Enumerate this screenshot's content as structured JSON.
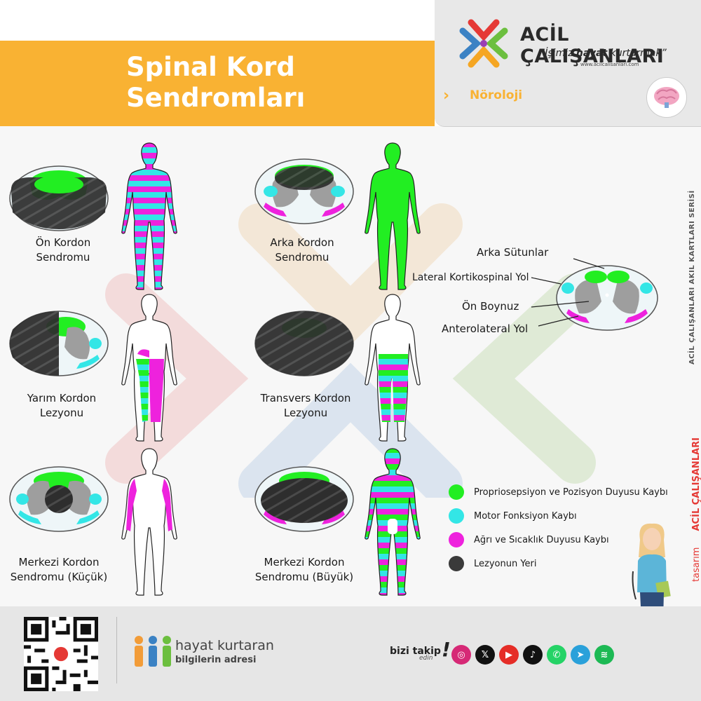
{
  "header": {
    "title_line1": "Spinal Kord",
    "title_line2": "Sendromları",
    "brand_name": "ACİL ÇALIŞANLARI",
    "brand_slogan_pre": "“İşimiz ",
    "brand_slogan_bold": "hayat",
    "brand_slogan_post": " kurtarmak”",
    "brand_url": "www.acilcalisanlari.com",
    "category": "Nöroloji"
  },
  "side": {
    "series": "ACİL ÇALIŞANLARI AKIL KARTLARI SERİSİ",
    "design_pre": "tasarım",
    "design_brand": "ACİL ÇALIŞANLARI"
  },
  "syndromes": [
    {
      "line1": "Ön Kordon",
      "line2": "Sendromu"
    },
    {
      "line1": "Arka Kordon",
      "line2": "Sendromu"
    },
    {
      "line1": "Yarım Kordon",
      "line2": "Lezyonu"
    },
    {
      "line1": "Transvers Kordon",
      "line2": "Lezyonu"
    },
    {
      "line1": "Merkezi Kordon",
      "line2": "Sendromu (Küçük)"
    },
    {
      "line1": "Merkezi Kordon",
      "line2": "Sendromu (Büyük)"
    }
  ],
  "anatomy_labels": {
    "arka_sutunlar": "Arka Sütunlar",
    "lateral": "Lateral Kortikospinal Yol",
    "on_boynuz": "Ön Boynuz",
    "anterolateral": "Anterolateral Yol"
  },
  "legend": [
    {
      "label": "Propriosepsiyon ve Pozisyon Duyusu Kaybı",
      "color": "#22ee22"
    },
    {
      "label": "Motor Fonksiyon Kaybı",
      "color": "#33e6e6"
    },
    {
      "label": "Ağrı ve Sıcaklık Duyusu Kaybı",
      "color": "#ee22dd"
    },
    {
      "label": "Lezyonun Yeri",
      "color": "#3a3a3a"
    }
  ],
  "footer": {
    "hk_line1": "hayat kurtaran",
    "hk_line2": "bilgilerin adresi",
    "follow": "bizi takip",
    "follow_sub": "edin",
    "social_icons": [
      "instagram-icon",
      "x-icon",
      "youtube-icon",
      "tiktok-icon",
      "whatsapp-icon",
      "telegram-icon",
      "spotify-icon"
    ]
  },
  "colors": {
    "orange": "#f9b233",
    "green": "#22ee22",
    "cyan": "#33e6e6",
    "magenta": "#ee22dd",
    "lesion": "#3a3a3a",
    "gray_matter": "#9e9e9e"
  }
}
